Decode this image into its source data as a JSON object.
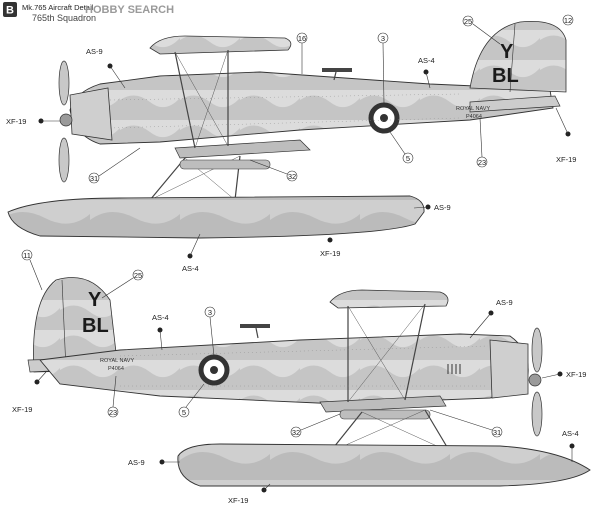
{
  "header": {
    "badge": "B",
    "line1": "Mk.765 Aircraft Detail",
    "line2": "765th Squadron",
    "watermark": "HOBBY SEARCH"
  },
  "profile_top": {
    "tail_letter": "Y",
    "tail_code": "BL",
    "royal_navy": "ROYAL NAVY",
    "serial": "P4064",
    "callouts": {
      "as9_a": "AS-9",
      "xf19_a": "XF-19",
      "as4_a": "AS-4",
      "xf19_b": "XF-19",
      "as9_b": "AS-9",
      "as4_b": "AS-4",
      "xf19_c": "XF-19",
      "n25": "25",
      "n12": "12",
      "n16": "16",
      "n3": "3",
      "n5": "5",
      "n23": "23",
      "n31": "31",
      "n32": "32"
    }
  },
  "profile_bottom": {
    "tail_letter": "Y",
    "tail_code": "BL",
    "royal_navy": "ROYAL NAVY",
    "serial": "P4064",
    "callouts": {
      "n11": "11",
      "n25": "25",
      "xf19_a": "XF-19",
      "as4_a": "AS-4",
      "n3": "3",
      "n23": "23",
      "n5": "5",
      "as9_a": "AS-9",
      "xf19_b": "XF-19",
      "n32": "32",
      "n31": "31",
      "as4_b": "AS-4",
      "as9_b": "AS-9",
      "xf19_c": "XF-19"
    }
  },
  "colors": {
    "camo_light": "#d9d9d9",
    "camo_dark": "#a9a9a9",
    "float": "#c6c6c6",
    "roundel": "#333333"
  }
}
